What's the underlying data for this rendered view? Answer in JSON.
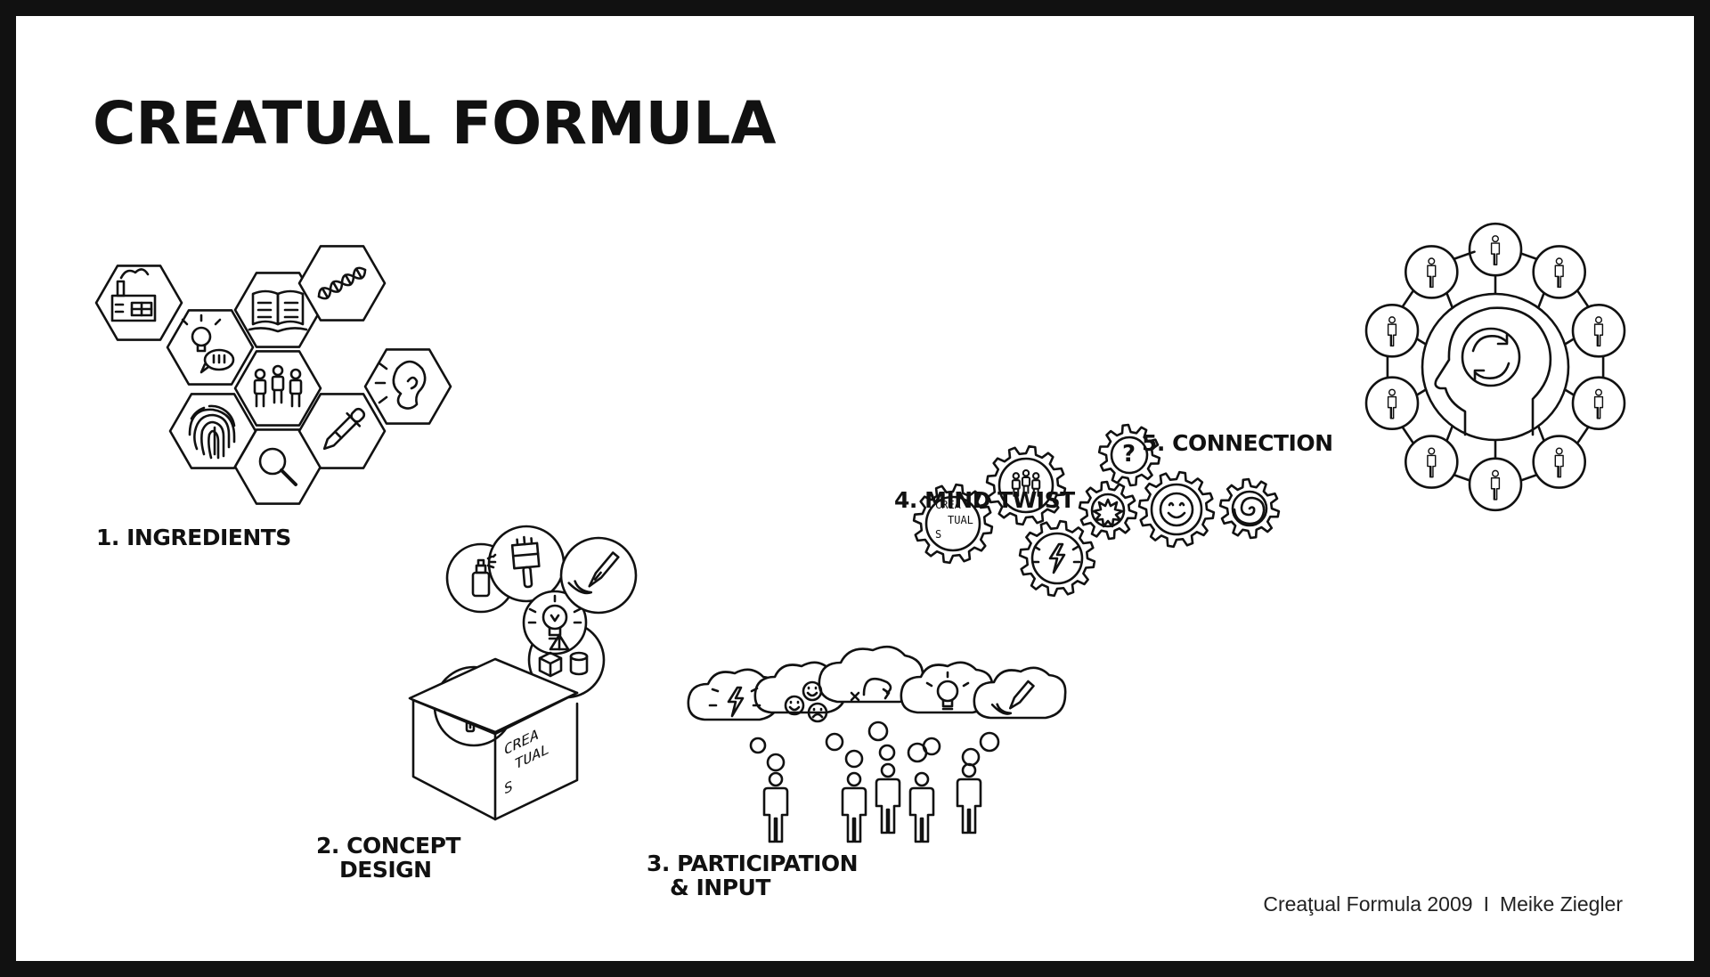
{
  "title": "CREATUAL FORMULA",
  "stages": [
    {
      "number": "1.",
      "line1": "INGREDIENTS",
      "line2": ""
    },
    {
      "number": "2.",
      "line1": "CONCEPT",
      "line2": "DESIGN"
    },
    {
      "number": "3.",
      "line1": "PARTICIPATION",
      "line2": "& INPUT"
    },
    {
      "number": "4.",
      "line1": "MIND TWIST",
      "line2": ""
    },
    {
      "number": "5.",
      "line1": "CONNECTION",
      "line2": ""
    }
  ],
  "box_text": [
    "CREA",
    "TUAL",
    "S"
  ],
  "gear_text": [
    "CREA",
    "TUAL",
    "S"
  ],
  "footer": {
    "credit": "Creaţual Formula 2009",
    "separator": "I",
    "author": "Meike Ziegler"
  },
  "colors": {
    "frame": "#111111",
    "background": "#ffffff",
    "ink": "#111111"
  },
  "icons": {
    "ingredients": [
      "factory-icon",
      "idea-speech-icon",
      "book-icon",
      "dna-icon",
      "people-icon",
      "ear-icon",
      "fingerprint-icon",
      "search-icon",
      "pipette-icon"
    ],
    "concept": [
      "paintbrush-icon",
      "spray-can-icon",
      "lightbulb-icon",
      "fountain-pen-icon",
      "hammer-icon",
      "shapes-icon"
    ],
    "participation": [
      "lightning-icon",
      "emotions-icon",
      "arrow-loop-icon",
      "lightbulb-icon",
      "fountain-pen-icon"
    ],
    "mind_twist": [
      "creatuals-gear-icon",
      "people-gear-icon",
      "lightning-gear-icon",
      "question-gear-icon",
      "burst-gear-icon",
      "smile-gear-icon",
      "spiral-gear-icon"
    ],
    "connection": [
      "head-refresh-icon",
      "person-icon"
    ]
  }
}
